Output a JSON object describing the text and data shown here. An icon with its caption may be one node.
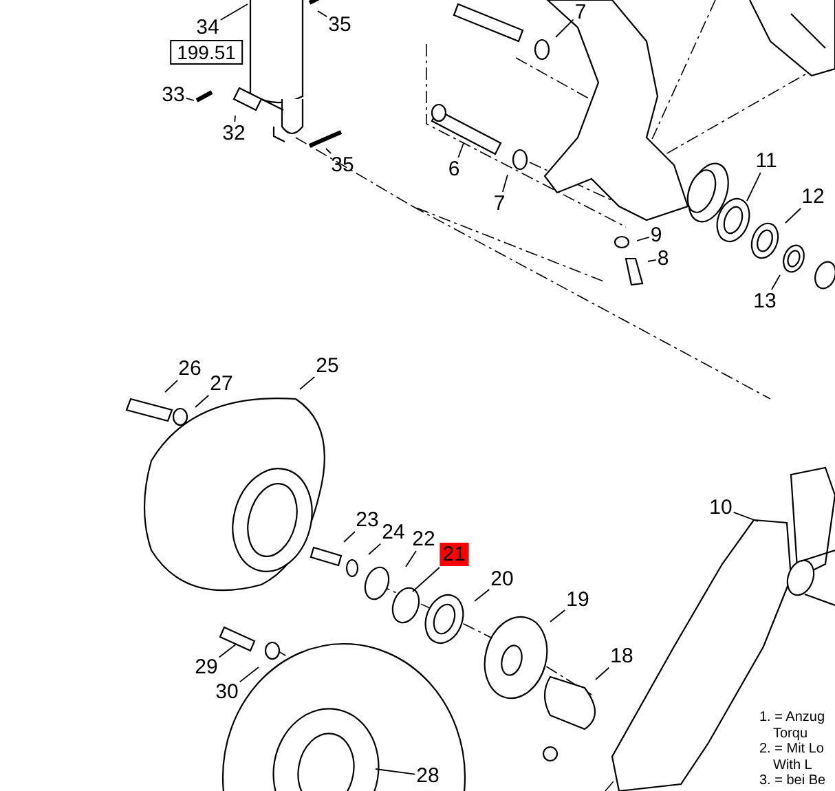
{
  "diagram": {
    "nodes": [
      {
        "text": [
          "7"
        ]
      },
      {
        "text": [
          "35"
        ]
      },
      {
        "text": [
          "34"
        ]
      },
      {
        "text": [
          "199.51"
        ]
      },
      {
        "text": [
          "33"
        ]
      },
      {
        "text": [
          "32"
        ]
      },
      {
        "text": [
          "11"
        ]
      },
      {
        "text": [
          "35"
        ]
      },
      {
        "text": [
          "6"
        ]
      },
      {
        "text": [
          "12"
        ]
      },
      {
        "text": [
          "7"
        ]
      },
      {
        "text": [
          "9"
        ]
      },
      {
        "text": [
          "8"
        ]
      },
      {
        "text": [
          "13"
        ]
      },
      {
        "text": [
          "25"
        ]
      },
      {
        "text": [
          "26"
        ]
      },
      {
        "text": [
          "27"
        ]
      },
      {
        "text": [
          "10"
        ]
      },
      {
        "text": [
          "23"
        ]
      },
      {
        "text": [
          "24"
        ]
      },
      {
        "text": [
          "22"
        ]
      },
      {
        "text": [
          "21"
        ]
      },
      {
        "text": [
          "20"
        ]
      },
      {
        "text": [
          "19"
        ]
      },
      {
        "text": [
          "18"
        ]
      },
      {
        "text": [
          "29"
        ]
      },
      {
        "text": [
          "30"
        ]
      },
      {
        "text": [
          "28"
        ]
      }
    ],
    "edges": [
      {
        "from": 0,
        "to": null,
        "arrow": "none"
      },
      {
        "from": 1,
        "to": null,
        "arrow": "none"
      },
      {
        "from": 2,
        "to": null,
        "arrow": "none"
      },
      {
        "from": 4,
        "to": null,
        "arrow": "none"
      },
      {
        "from": 5,
        "to": null,
        "arrow": "none"
      },
      {
        "from": 6,
        "to": null,
        "arrow": "none"
      },
      {
        "from": 7,
        "to": null,
        "arrow": "none"
      },
      {
        "from": 8,
        "to": null,
        "arrow": "none"
      },
      {
        "from": 9,
        "to": null,
        "arrow": "none"
      },
      {
        "from": 10,
        "to": null,
        "arrow": "none"
      },
      {
        "from": 11,
        "to": null,
        "arrow": "none"
      },
      {
        "from": 12,
        "to": null,
        "arrow": "none"
      },
      {
        "from": 13,
        "to": null,
        "arrow": "none"
      },
      {
        "from": 14,
        "to": null,
        "arrow": "none"
      },
      {
        "from": 15,
        "to": null,
        "arrow": "none"
      },
      {
        "from": 16,
        "to": null,
        "arrow": "none"
      },
      {
        "from": 17,
        "to": null,
        "arrow": "none"
      },
      {
        "from": 18,
        "to": null,
        "arrow": "none"
      },
      {
        "from": 19,
        "to": null,
        "arrow": "none"
      },
      {
        "from": 20,
        "to": null,
        "arrow": "none"
      },
      {
        "from": 21,
        "to": null,
        "arrow": "none"
      },
      {
        "from": 22,
        "to": null,
        "arrow": "none"
      },
      {
        "from": 23,
        "to": null,
        "arrow": "none"
      },
      {
        "from": 24,
        "to": null,
        "arrow": "none"
      },
      {
        "from": 25,
        "to": null,
        "arrow": "none"
      },
      {
        "from": 26,
        "to": null,
        "arrow": "none"
      },
      {
        "from": 27,
        "to": null,
        "arrow": "none"
      }
    ],
    "labels": [
      "1. = Anzug",
      "Torqu",
      "2. = Mit Lo",
      "With L",
      "3. = bei Be"
    ]
  }
}
